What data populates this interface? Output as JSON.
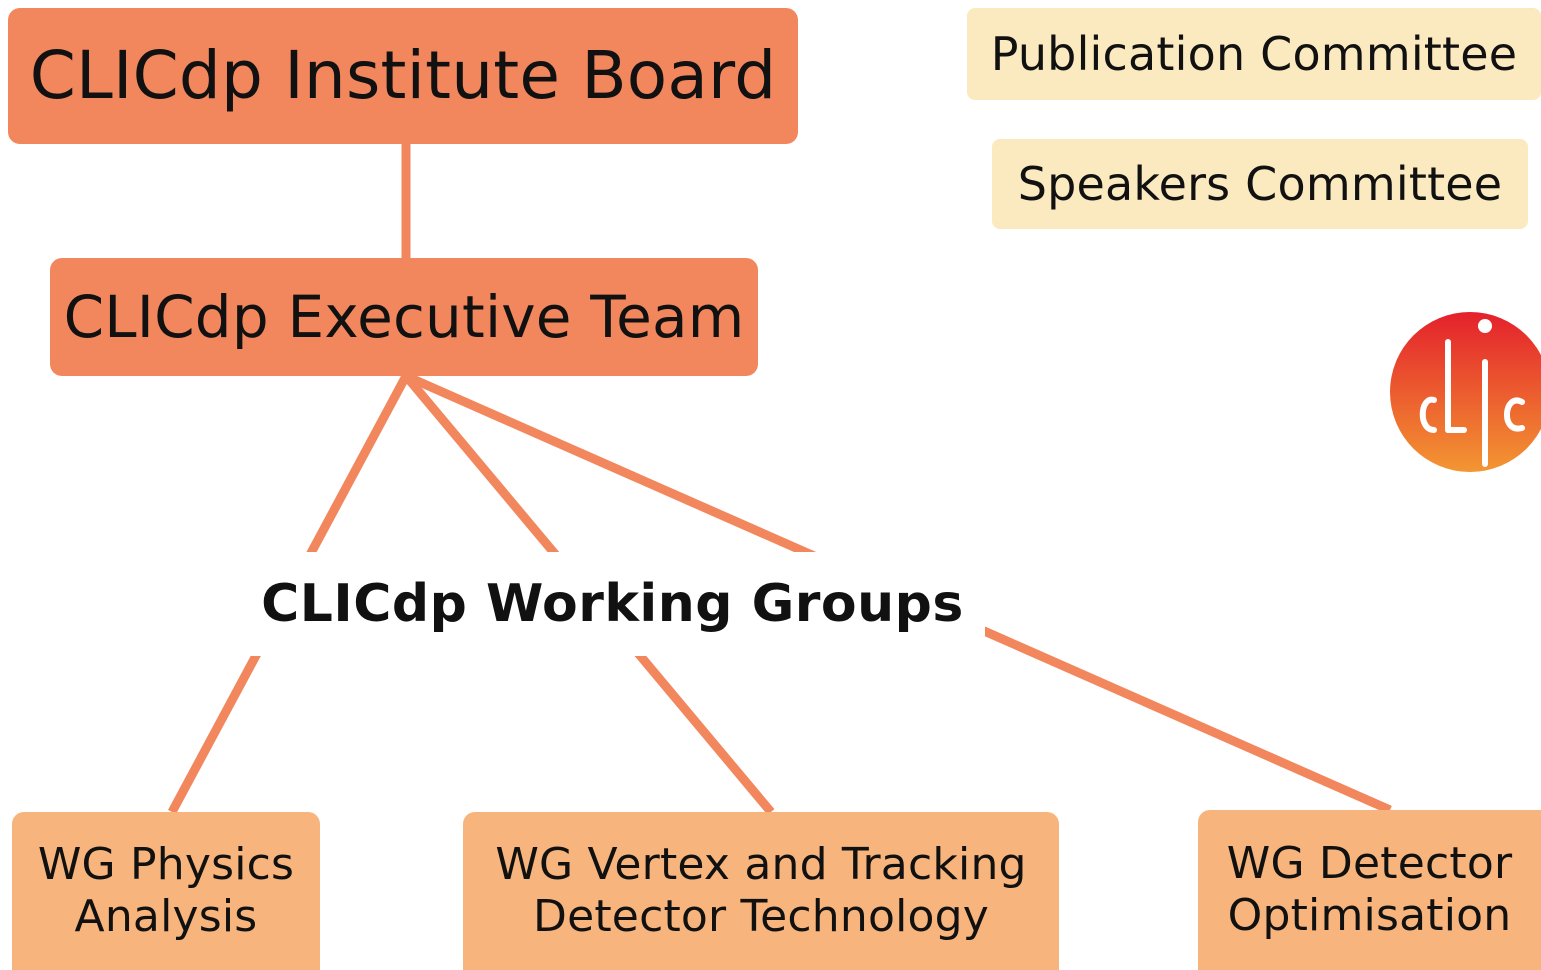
{
  "diagram": {
    "nodes": {
      "institute_board": "CLICdp Institute Board",
      "executive_team": "CLICdp Executive Team",
      "publication_committee": "Publication Committee",
      "speakers_committee": "Speakers Committee",
      "working_groups": "CLICdp Working Groups",
      "wg_physics": [
        "WG Physics",
        "Analysis"
      ],
      "wg_vertex": [
        "WG Vertex and Tracking",
        "Detector Technology"
      ],
      "wg_detector_opt": [
        "WG Detector",
        "Optimisation"
      ]
    },
    "edges": [
      [
        "institute_board",
        "executive_team"
      ],
      [
        "executive_team",
        "working_groups"
      ],
      [
        "working_groups",
        "wg_physics"
      ],
      [
        "working_groups",
        "wg_vertex"
      ],
      [
        "working_groups",
        "wg_detector_opt"
      ]
    ],
    "logo": {
      "text": "clic",
      "gradient_top": "#e4212c",
      "gradient_bottom": "#f39632"
    },
    "colors": {
      "primary_box": "#f2865d",
      "secondary_box": "#f7b47c",
      "committee_box": "#fbe9bf",
      "connector": "#f2865d"
    }
  }
}
